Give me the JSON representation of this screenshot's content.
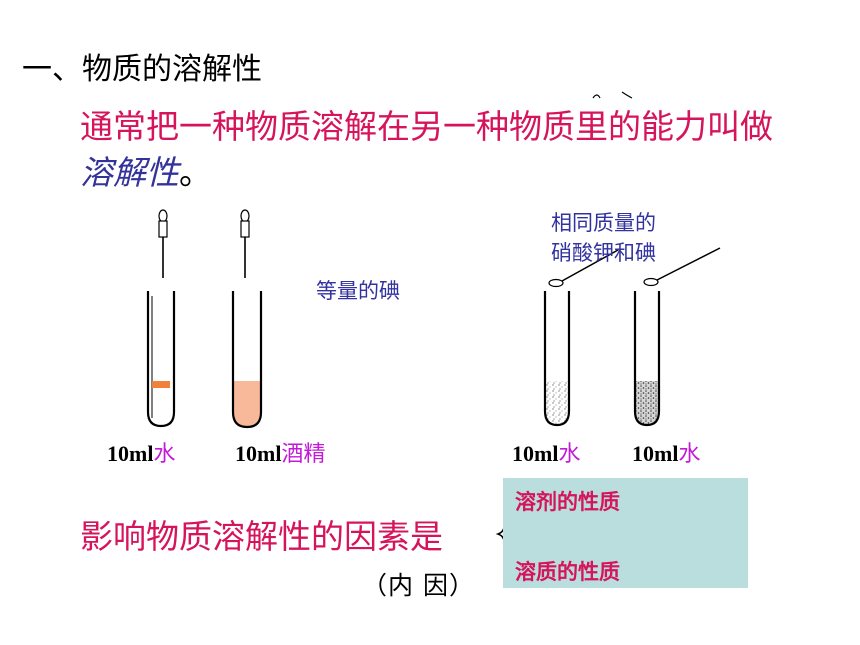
{
  "slide": {
    "heading": "一、物质的溶解性",
    "definition": {
      "text_before": "通常把一种物质溶解在另一种物质里的能力叫做",
      "term": "溶解性",
      "punct": "。"
    },
    "iodine_label": "等量的碘",
    "same_mass_label_line1": "相同质量的",
    "same_mass_label_line2": "硝酸钾和碘",
    "tubes": [
      {
        "amount": "10ml",
        "solvent": "水"
      },
      {
        "amount": "10ml",
        "solvent": "酒精"
      },
      {
        "amount": "10ml",
        "solvent": "水"
      },
      {
        "amount": "10ml",
        "solvent": "水"
      }
    ],
    "factor_text": "影响物质溶解性的因素是",
    "internal_label": "（内 因）",
    "factors": [
      "溶剂的性质",
      "溶质的性质"
    ]
  }
}
